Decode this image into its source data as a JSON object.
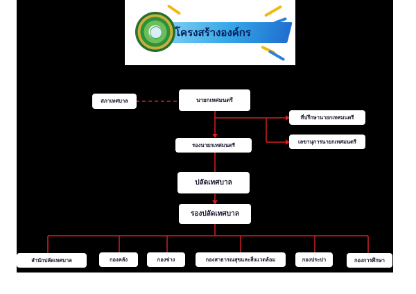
{
  "banner": {
    "title": "โครงสร้างองค์กร",
    "emblem_icon": "municipality-seal-icon",
    "accent_colors": [
      "#f2b90c",
      "#2d7fd8",
      "#8fd8f5"
    ]
  },
  "orgchart": {
    "line_color": "#d61f1f",
    "dashed_color": "#d61f1f",
    "council": "สภาเทศบาล",
    "mayor": "นายกเทศมนตรี",
    "advisor": "ที่ปรึกษานายกเทศมนตรี",
    "secretary": "เลขานุการนายกเทศมนตรี",
    "deputy_mayor": "รองนายกเทศมนตรี",
    "municipal_clerk": "ปลัดเทศบาล",
    "deputy_clerk": "รองปลัดเทศบาล",
    "divisions": [
      "สำนักปลัดเทศบาล",
      "กองคลัง",
      "กองช่าง",
      "กองสาธารณสุขและสิ่งแวดล้อม",
      "กองประปา",
      "กองการศึกษา"
    ]
  }
}
